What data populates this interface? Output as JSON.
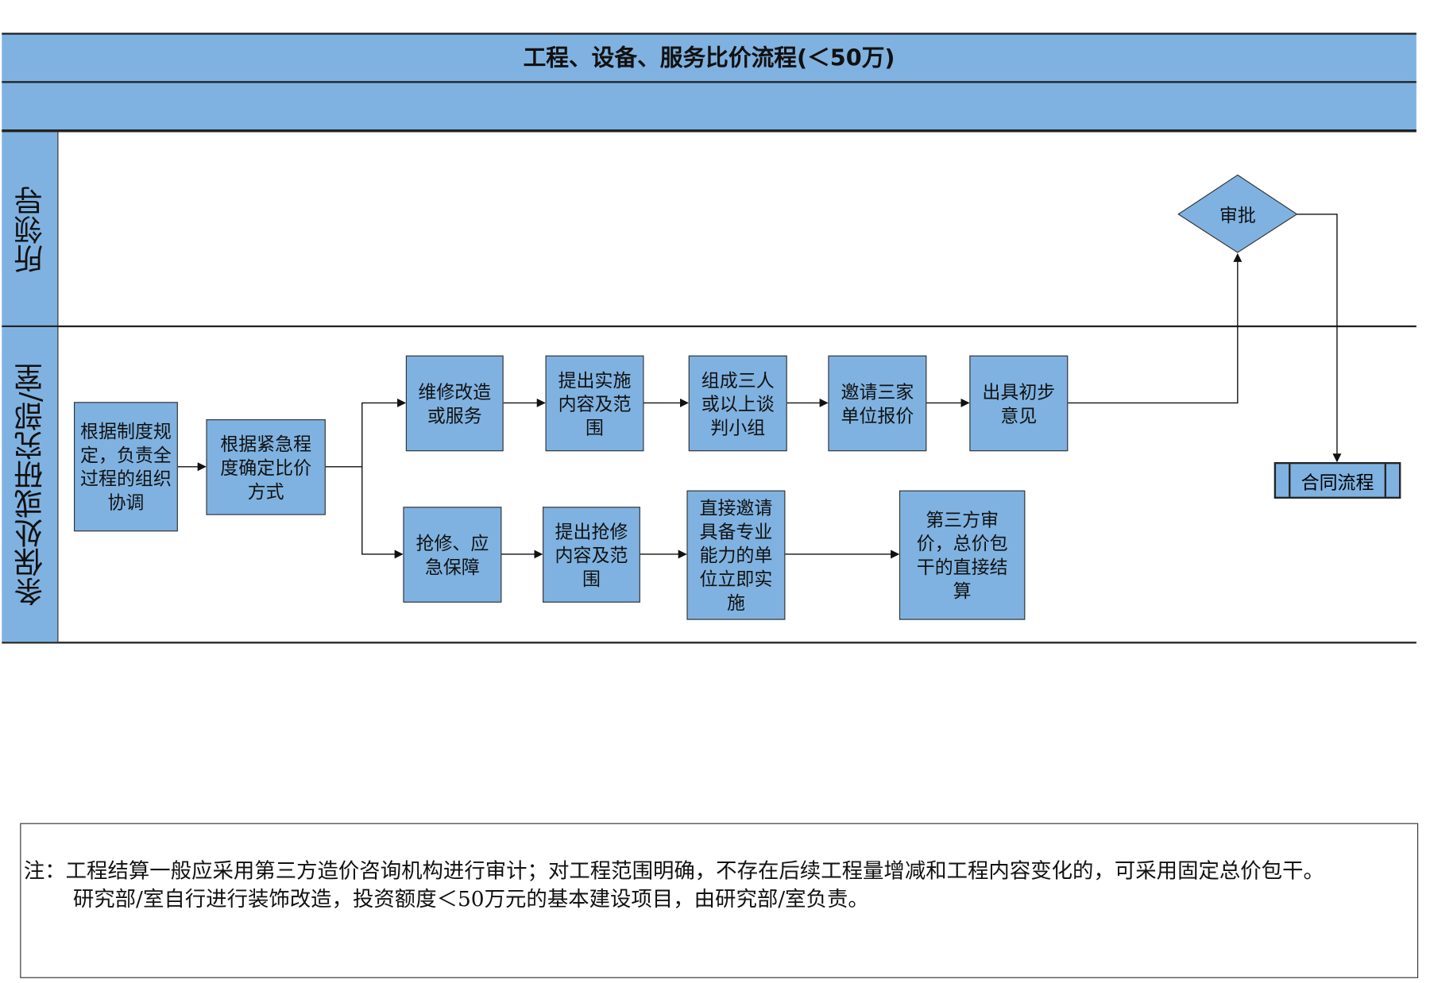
{
  "title": "工程、设备、服务比价流程(＜50万)",
  "lanes": {
    "leader": "所领导",
    "dept": "条保处或研究部/室"
  },
  "boxes": {
    "b1": "根据制度规定，负责全过程的组织协调",
    "b2": "根据紧急程度确定比价方式",
    "b3": "维修改造或服务",
    "b4": "提出实施内容及范围",
    "b5": "组成三人或以上谈判小组",
    "b6": "邀请三家单位报价",
    "b7": "出具初步意见",
    "b8": "抢修、应急保障",
    "b9": "提出抢修内容及范围",
    "b10": "直接邀请具备专业能力的单位立即实施",
    "b11": "第三方审价，总价包干的直接结算"
  },
  "decision": "审批",
  "contract": "合同流程",
  "note": {
    "line1": "注：工程结算一般应采用第三方造价咨询机构进行审计；对工程范围明确，不存在后续工程量增减和工程内容变化的，可采用固定总价包干。",
    "line2": "研究部/室自行进行装饰改造，投资额度＜50万元的基本建设项目，由研究部/室负责。"
  },
  "colors": {
    "fill": "#7fb2e0",
    "line": "#222222"
  }
}
